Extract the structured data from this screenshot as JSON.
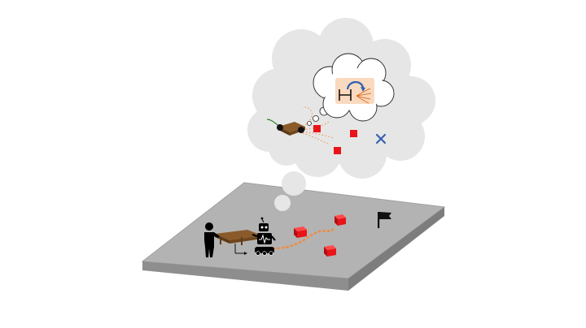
{
  "scene": {
    "background": "#ffffff",
    "ground": {
      "top_color": "#b3b3b3",
      "side_color": "#8e8e8e",
      "edge_color": "#a0a0a0"
    },
    "cloud_color": "#e6e6e6",
    "inner_thought_color": "#ffffff",
    "obstacle_color": "#e8141a",
    "obstacle_dark_color": "#b10e12",
    "path_color": "#f08a3c",
    "goal_marker_color": "#3a5fb0",
    "plan_box_color": "#f9d9bf",
    "table_color": "#8a5a2b",
    "table_dark_color": "#5e3a17",
    "human_color": "#000000",
    "robot_color": "#000000",
    "flag_color": "#111111",
    "elements": [
      {
        "name": "ground-plane",
        "icon": "platform"
      },
      {
        "name": "human-figure",
        "icon": "person-icon"
      },
      {
        "name": "carried-table",
        "icon": "table-icon"
      },
      {
        "name": "robot",
        "icon": "robot-icon"
      },
      {
        "name": "obstacles",
        "count": 3
      },
      {
        "name": "goal-flag",
        "icon": "flag-icon"
      },
      {
        "name": "planned-path",
        "icon": "dotted-path"
      },
      {
        "name": "thought-cloud",
        "icon": "cloud-icon"
      },
      {
        "name": "imagined-plan",
        "icon": "table-icon"
      },
      {
        "name": "goal-marker",
        "icon": "x-icon"
      },
      {
        "name": "hypothesis-box",
        "icon": "switch-icon"
      }
    ]
  }
}
